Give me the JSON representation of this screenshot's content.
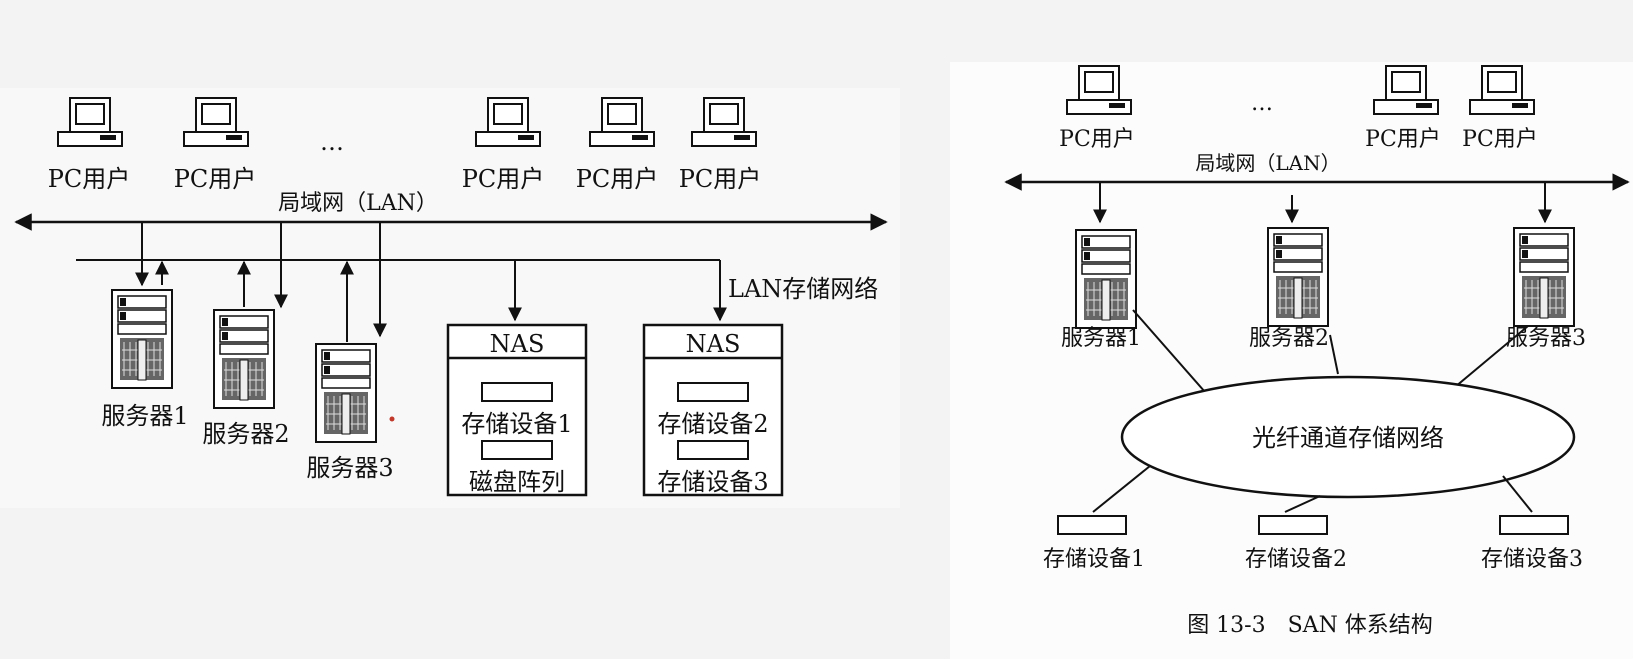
{
  "left": {
    "pc_label": "PC用户",
    "ellipsis": "…",
    "lan_label": "局域网（LAN）",
    "storage_network_label": "LAN存储网络",
    "servers": [
      "服务器1",
      "服务器2",
      "服务器3"
    ],
    "nas_title": "NAS",
    "nas1_items": [
      "存储设备1",
      "磁盘阵列"
    ],
    "nas2_items": [
      "存储设备2",
      "存储设备3"
    ]
  },
  "right": {
    "pc_label": "PC用户",
    "ellipsis": "…",
    "lan_label": "局域网（LAN）",
    "servers": [
      "服务器1",
      "服务器2",
      "服务器3"
    ],
    "fc_network_label": "光纤通道存储网络",
    "storage_devices": [
      "存储设备1",
      "存储设备2",
      "存储设备3"
    ],
    "caption": "图 13-3　SAN 体系结构"
  }
}
